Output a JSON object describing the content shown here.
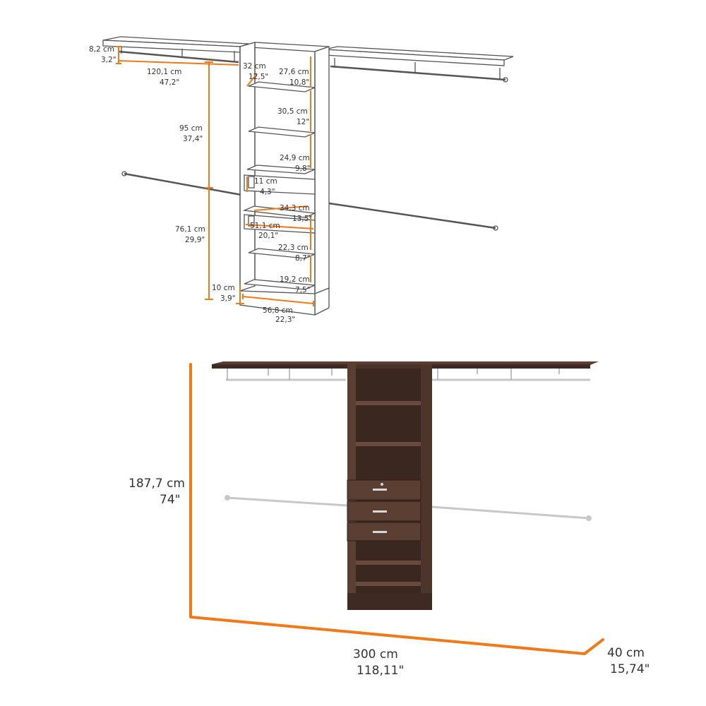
{
  "colors": {
    "accent": "#F07A1A",
    "outline": "#555555",
    "wood_dark": "#3E2A22",
    "wood_mid": "#5A3E32",
    "rod": "#C8C8C8"
  },
  "technical_drawing": {
    "shelf_top_thickness": {
      "cm": "8,2 cm",
      "in": "3,2\""
    },
    "left_shelf_width": {
      "cm": "120,1 cm",
      "in": "47,2\""
    },
    "upper_hang_height": {
      "cm": "95 cm",
      "in": "37,4\""
    },
    "lower_hang_height": {
      "cm": "76,1 cm",
      "in": "29,9\""
    },
    "base_height": {
      "cm": "10 cm",
      "in": "3,9\""
    },
    "tower_width": {
      "cm": "56,8 cm",
      "in": "22,3\""
    },
    "tower_depth": {
      "cm": "32 cm",
      "in": "12,5\""
    },
    "gap_1": {
      "cm": "27,6 cm",
      "in": "10,8\""
    },
    "gap_2": {
      "cm": "30,5 cm",
      "in": "12\""
    },
    "gap_3": {
      "cm": "24,9 cm",
      "in": "9,8\""
    },
    "drawer_height": {
      "cm": "11 cm",
      "in": "4,3\""
    },
    "drawer_depth": {
      "cm": "34,3 cm",
      "in": "13,5\""
    },
    "drawer_width": {
      "cm": "51,1 cm",
      "in": "20,1\""
    },
    "gap_4": {
      "cm": "22,3 cm",
      "in": "8,7\""
    },
    "gap_5": {
      "cm": "19,2 cm",
      "in": "7,5\""
    }
  },
  "overall": {
    "height": {
      "cm": "187,7 cm",
      "in": "74\""
    },
    "width": {
      "cm": "300 cm",
      "in": "118,11\""
    },
    "depth": {
      "cm": "40 cm",
      "in": "15,74\""
    }
  }
}
